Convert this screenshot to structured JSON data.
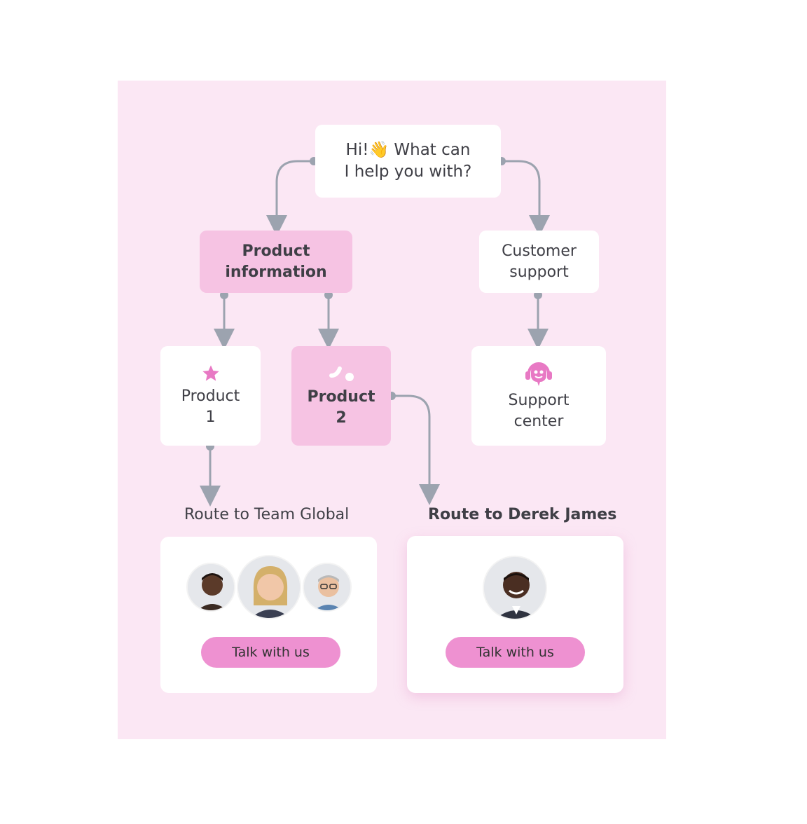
{
  "greeting": {
    "line1_pre": "Hi!",
    "emoji": "👋",
    "line1_post": " What can",
    "line2": "I help you with?"
  },
  "nodes": {
    "product_info": {
      "line1": "Product",
      "line2": "information"
    },
    "customer_support": {
      "line1": "Customer",
      "line2": "support"
    },
    "product1": {
      "line1": "Product",
      "line2": "1",
      "icon": "star-icon"
    },
    "product2": {
      "line1": "Product",
      "line2": "2",
      "icon": "loader-icon"
    },
    "support_center": {
      "line1": "Support",
      "line2": "center",
      "icon": "headset-bot-icon"
    }
  },
  "routes": {
    "team_global": {
      "label": "Route to Team Global",
      "button": "Talk with us",
      "avatars": 3
    },
    "derek_james": {
      "label": "Route to Derek James",
      "button": "Talk with us",
      "avatars": 1
    }
  },
  "colors": {
    "background": "#fbe7f4",
    "highlight_node": "#f6c3e3",
    "button": "#ee91d1",
    "connector": "#9ca3af",
    "icon": "#e879c4"
  }
}
